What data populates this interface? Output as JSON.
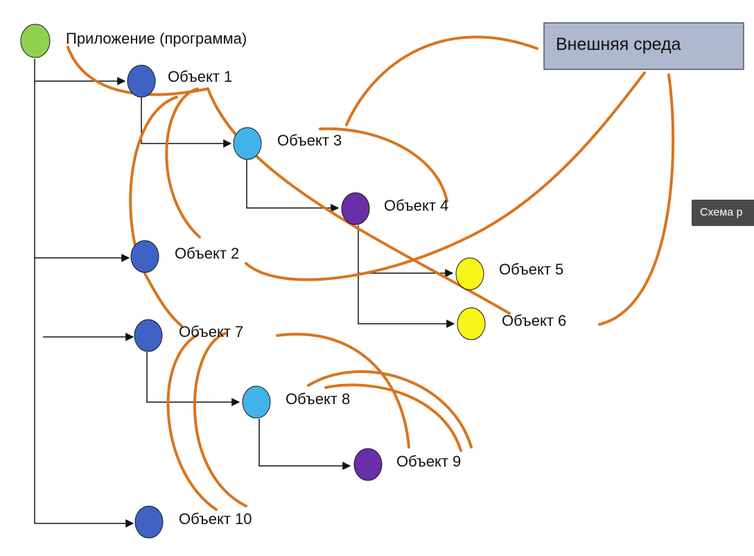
{
  "diagram": {
    "root_label": "Приложение (программа)",
    "environment_label": "Внешняя среда",
    "objects": [
      {
        "label": "Объект 1"
      },
      {
        "label": "Объект 2"
      },
      {
        "label": "Объект 3"
      },
      {
        "label": "Объект 4"
      },
      {
        "label": "Объект 5"
      },
      {
        "label": "Объект 6"
      },
      {
        "label": "Объект 7"
      },
      {
        "label": "Объект 8"
      },
      {
        "label": "Объект 9"
      },
      {
        "label": "Объект 10"
      }
    ],
    "colors": {
      "root_node": "#8fd14f",
      "dark_blue_node": "#3e63c4",
      "light_blue_node": "#42b3e8",
      "purple_node": "#6a2ea8",
      "yellow_node": "#f9f51a",
      "relation_curve": "#d9741e",
      "environment_box": "#aeb8cf",
      "tooltip_bg": "#4a4a4a"
    }
  },
  "tooltip": {
    "text": "Схема р"
  }
}
